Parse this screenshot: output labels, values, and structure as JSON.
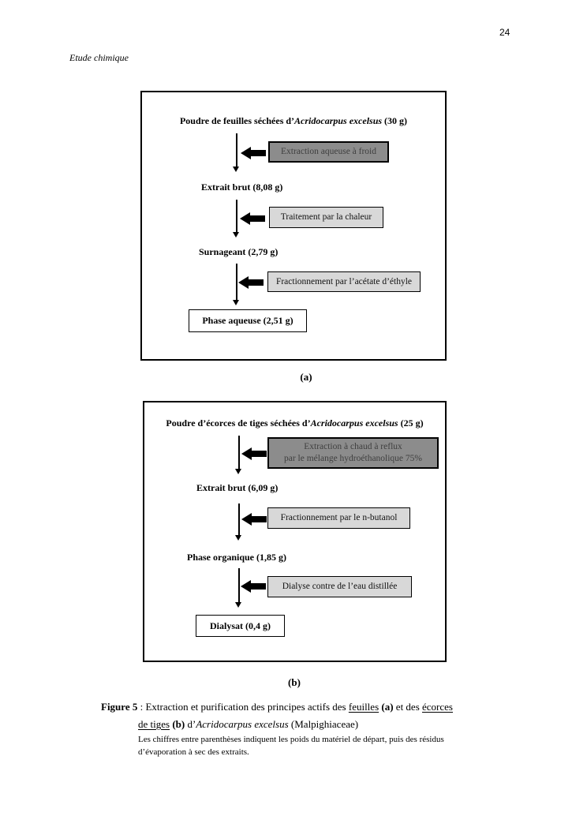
{
  "page": {
    "number": "24",
    "running_header": "Etude chimique"
  },
  "colors": {
    "process_dark_bg": "#8c8c8c",
    "process_light_bg": "#d8d8d8",
    "dark_text": "#3f3f3f"
  },
  "diagram_a": {
    "label": "(a)",
    "title_prefix": "Poudre de feuilles séchées d’",
    "title_species": "Acridocarpus excelsus",
    "title_suffix": "(30 g)",
    "process_1": "Extraction aqueuse à froid",
    "node_1": "Extrait brut (8,08 g)",
    "process_2": "Traitement par la chaleur",
    "node_2": "Surnageant (2,79 g)",
    "process_3": "Fractionnement par l’acétate d’éthyle",
    "result": "Phase aqueuse (2,51 g)"
  },
  "diagram_b": {
    "label": "(b)",
    "title_prefix": "Poudre d’écorces de tiges séchées d’",
    "title_species": "Acridocarpus excelsus",
    "title_suffix": "(25 g)",
    "process_1_line_1": "Extraction à chaud à reflux",
    "process_1_line_2": "par le mélange hydroéthanolique 75%",
    "node_1": "Extrait brut (6,09 g)",
    "process_2": "Fractionnement par le n-butanol",
    "node_2": "Phase organique (1,85 g)",
    "process_3": "Dialyse contre de l’eau distillée",
    "result": "Dialysat (0,4 g)"
  },
  "caption": {
    "figure_label": "Figure 5",
    "colon": ":",
    "text_1": "Extraction et purification des principes actifs des",
    "underlined_feuilles": "feuilles",
    "bold_a": "(a)",
    "text_2": "et des",
    "underlined_ecorces": "écorces",
    "underlined_de_tiges": "de tiges",
    "bold_b": "(b)",
    "text_3": "d’",
    "species_italic": "Acridocarpus excelsus",
    "text_4": "(Malpighiaceae)",
    "note_line_1": "Les chiffres entre parenthèses indiquent les poids du matériel de départ, puis des résidus",
    "note_line_2": "d’évaporation à sec des extraits."
  }
}
